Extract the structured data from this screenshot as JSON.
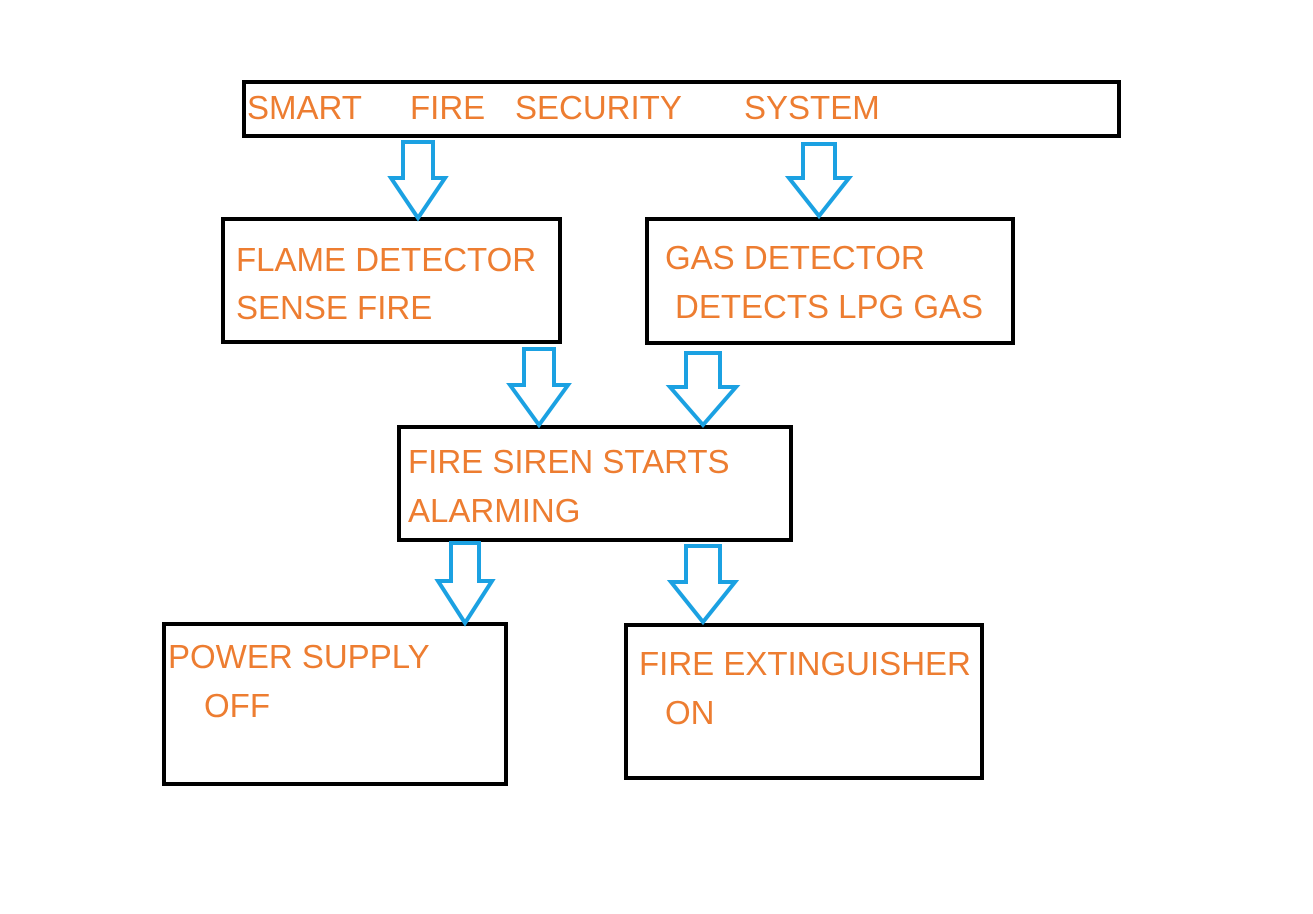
{
  "title": {
    "words": [
      "SMART",
      "FIRE",
      "SECURITY",
      "SYSTEM"
    ]
  },
  "flame_detector": {
    "line1": "FLAME DETECTOR",
    "line2": "SENSE FIRE"
  },
  "gas_detector": {
    "line1": "GAS DETECTOR",
    "line2": "DETECTS LPG GAS"
  },
  "fire_siren": {
    "line1": "FIRE SIREN STARTS",
    "line2": "ALARMING"
  },
  "power_supply": {
    "line1": "POWER SUPPLY",
    "line2": "OFF"
  },
  "fire_extinguisher": {
    "line1": "FIRE EXTINGUISHER",
    "line2": "ON"
  },
  "colors": {
    "text": "#ed7d31",
    "border": "#000000",
    "arrow": "#1ba1e2"
  },
  "icons": [
    "down-arrow-icon"
  ]
}
